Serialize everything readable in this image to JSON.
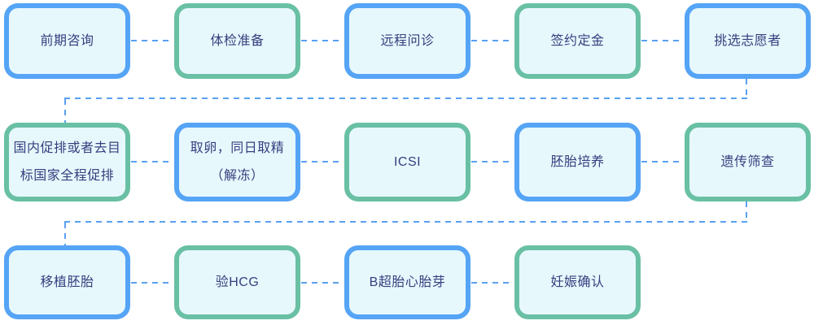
{
  "canvas": {
    "background": "#FFFFFF"
  },
  "colors": {
    "blue_border": "#55A4F5",
    "green_border": "#69C0A4",
    "box_fill": "#E7F8FD",
    "connector": "#5AA0F2",
    "text": "#353F7E"
  },
  "flow": {
    "rows": [
      {
        "steps": [
          {
            "label": "前期咨询",
            "variant": "blue"
          },
          {
            "label": "体检准备",
            "variant": "green"
          },
          {
            "label": "远程问诊",
            "variant": "blue"
          },
          {
            "label": "签约定金",
            "variant": "green"
          },
          {
            "label": "挑选志愿者",
            "variant": "blue"
          }
        ]
      },
      {
        "steps": [
          {
            "label": "国内促排或者去目\n标国家全程促排",
            "variant": "green"
          },
          {
            "label": "取卵，同日取精\n（解冻）",
            "variant": "blue"
          },
          {
            "label": "ICSI",
            "variant": "green"
          },
          {
            "label": "胚胎培养",
            "variant": "blue"
          },
          {
            "label": "遗传筛查",
            "variant": "green"
          }
        ]
      },
      {
        "steps": [
          {
            "label": "移植胚胎",
            "variant": "blue"
          },
          {
            "label": "验HCG",
            "variant": "green"
          },
          {
            "label": "B超胎心胎芽",
            "variant": "blue"
          },
          {
            "label": "妊娠确认",
            "variant": "green"
          }
        ]
      }
    ]
  }
}
